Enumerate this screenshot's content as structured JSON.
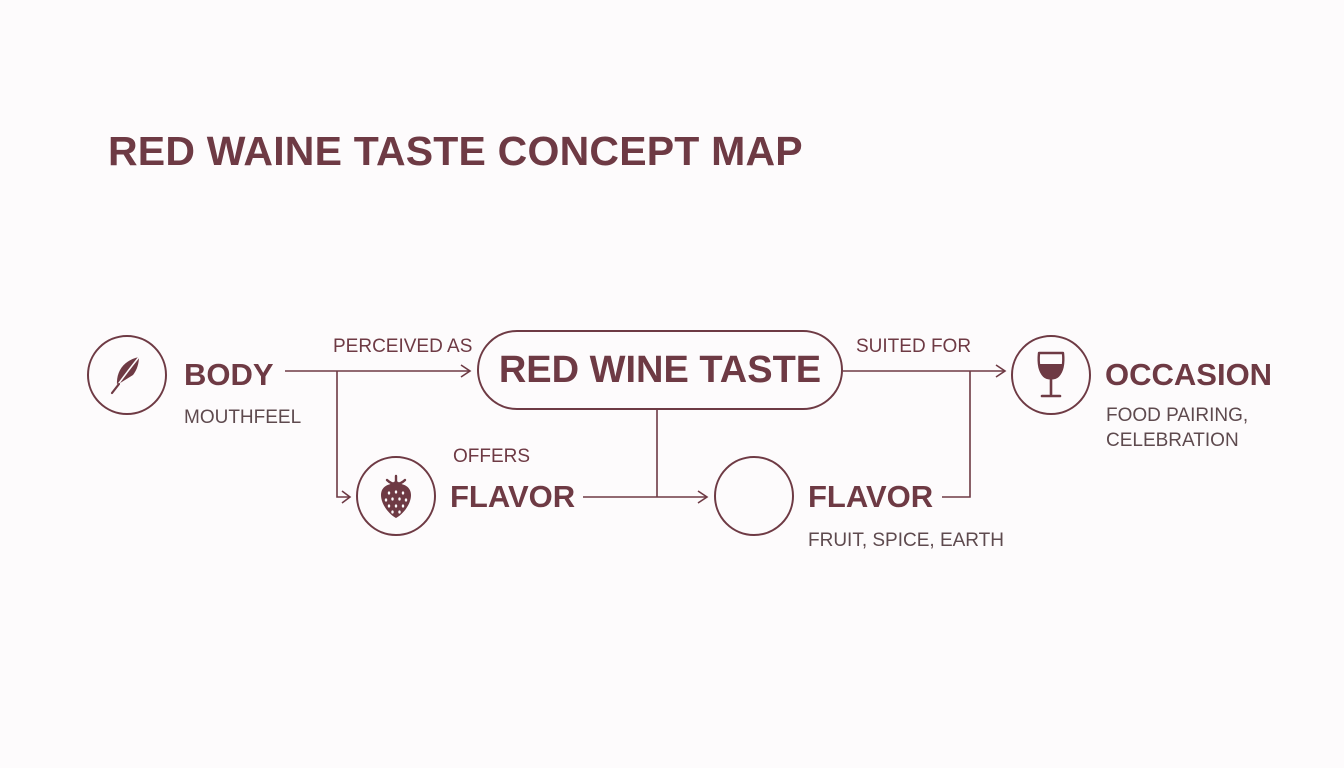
{
  "title": "RED WAINE TASTE CONCEPT MAP",
  "colors": {
    "accent": "#6e3a44",
    "background": "#fdfbfc",
    "subtext": "#5e4a4e"
  },
  "center": {
    "label": "RED WINE TASTE"
  },
  "nodes": {
    "body": {
      "title": "BODY",
      "subtitle": "MOUTHFEEL",
      "icon": "feather-icon"
    },
    "flavor_left": {
      "title": "FLAVOR",
      "icon": "strawberry-icon"
    },
    "flavor_right": {
      "title": "FLAVOR",
      "subtitle": "FRUIT, SPICE, EARTH"
    },
    "occasion": {
      "title": "OCCASION",
      "subtitle_lines": [
        "FOOD PAIRING,",
        "CELEBRATION"
      ],
      "icon": "wine-glass-icon"
    }
  },
  "edges": {
    "perceived_as": "PERCEIVED AS",
    "offers": "OFFERS",
    "suited_for": "SUITED FOR"
  }
}
